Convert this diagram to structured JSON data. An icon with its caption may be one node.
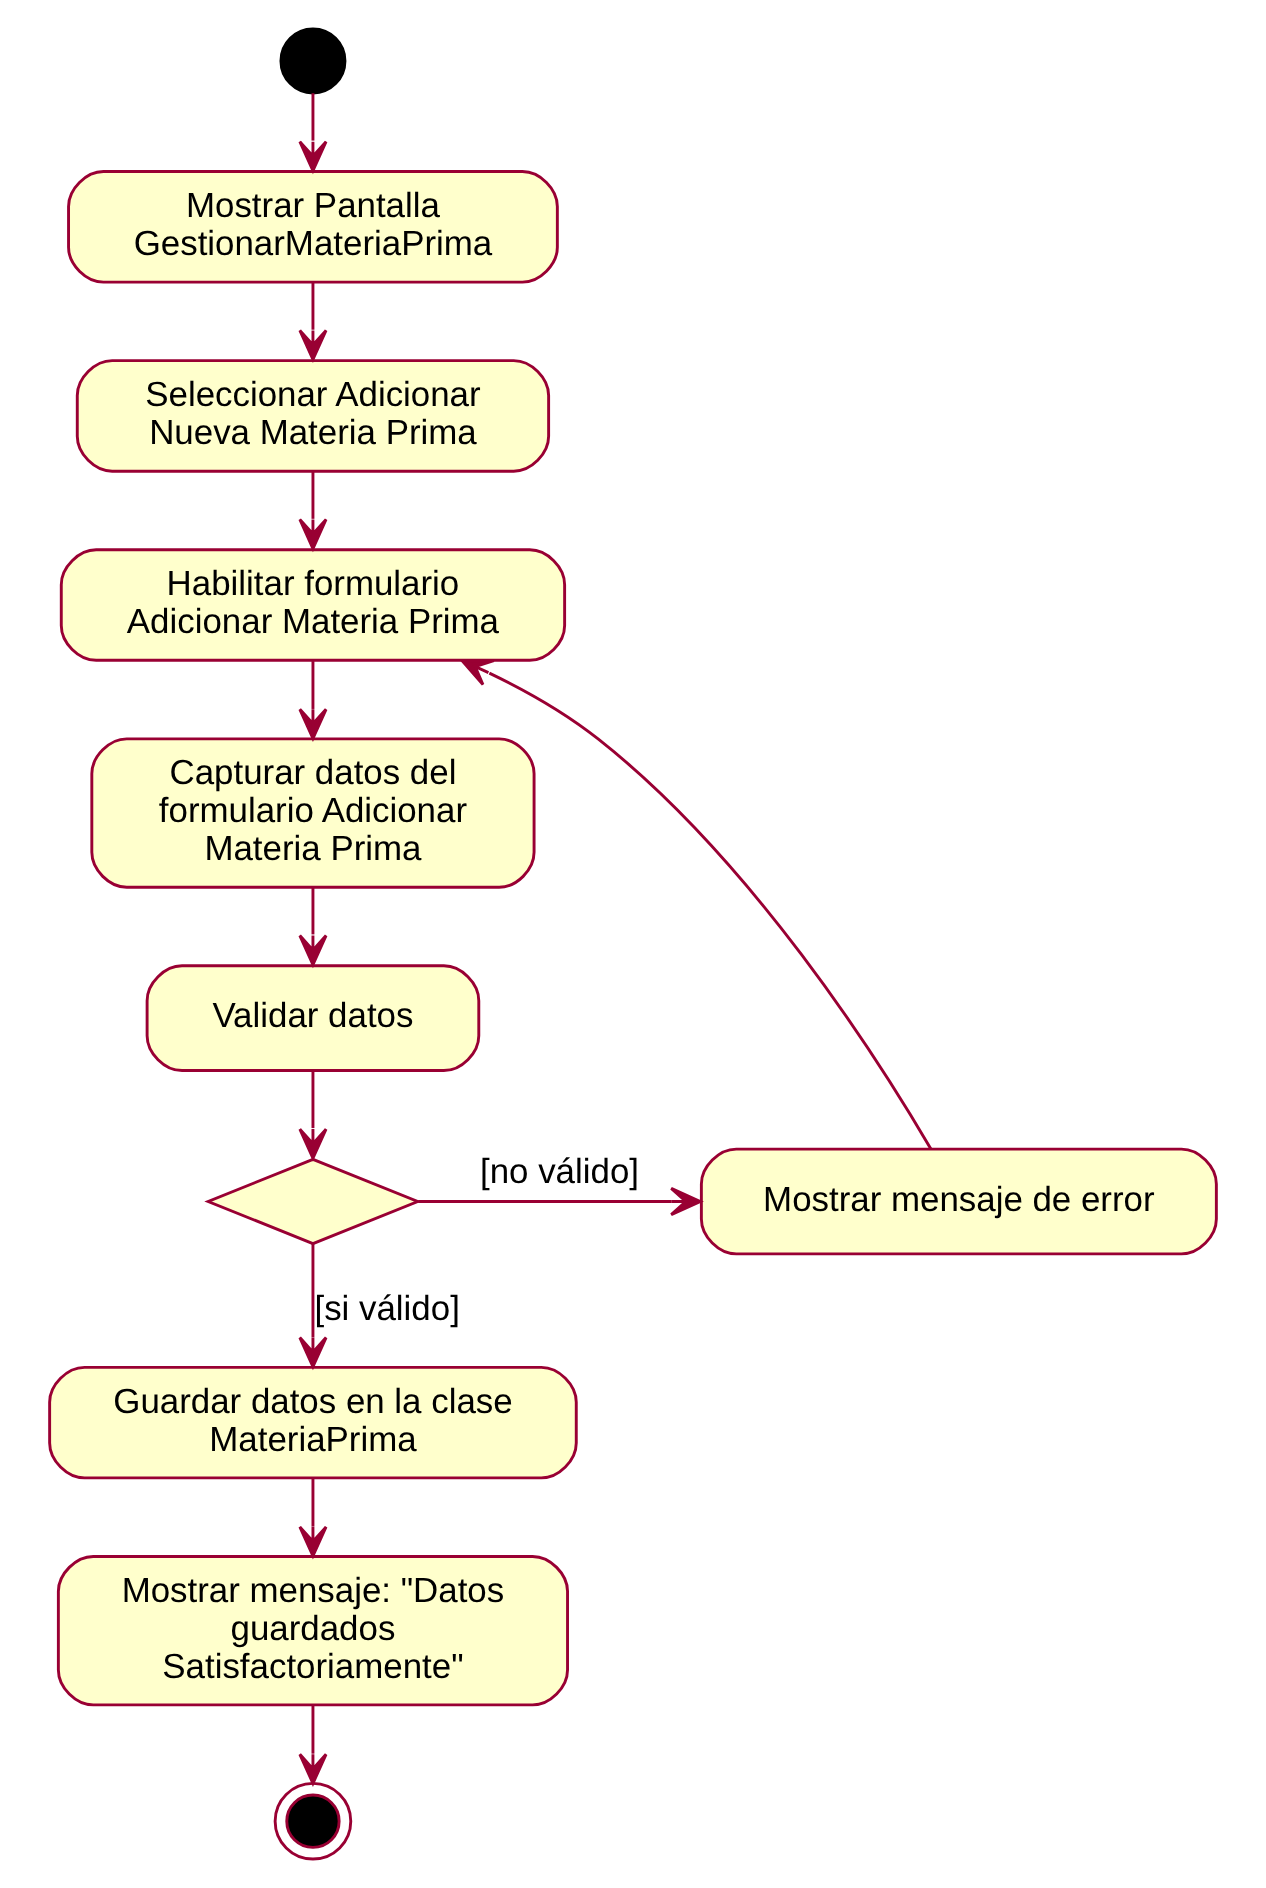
{
  "diagram": {
    "nodes": [
      {
        "text": [],
        "shape": "circle"
      },
      {
        "text": [
          "Mostrar Pantalla GestionarMateriaPrima"
        ]
      },
      {
        "text": [
          "Seleccionar Adicionar Nueva Materia Prima"
        ]
      },
      {
        "text": [
          "Habilitar formulario Adicionar Materia Prima"
        ]
      },
      {
        "text": [
          "Capturar datos del formulario Adicionar Materia Prima"
        ]
      },
      {
        "text": [
          "Validar datos"
        ]
      },
      {
        "text": [],
        "shape": "diamond"
      },
      {
        "text": [
          "Mostrar mensaje de error"
        ]
      },
      {
        "text": [
          "Guardar datos en la clase MateriaPrima"
        ]
      },
      {
        "text": [
          "Mostrar mensaje: \"Datos guardados Satisfactoriamente\""
        ]
      },
      {
        "text": [],
        "shape": "bullseye"
      }
    ],
    "edges": [
      {
        "from": 0,
        "to": 1,
        "arrow": "to"
      },
      {
        "from": 1,
        "to": 2,
        "arrow": "to"
      },
      {
        "from": 2,
        "to": 3,
        "arrow": "to"
      },
      {
        "from": 3,
        "to": 4,
        "arrow": "to"
      },
      {
        "from": 4,
        "to": 5,
        "arrow": "to"
      },
      {
        "from": 5,
        "to": 6,
        "arrow": "to"
      },
      {
        "from": 6,
        "to": 7,
        "arrow": "to",
        "label": "[no válido]"
      },
      {
        "from": 7,
        "to": 3,
        "arrow": "to"
      },
      {
        "from": 6,
        "to": 8,
        "arrow": "to",
        "label": "[si válido]"
      },
      {
        "from": 8,
        "to": 9,
        "arrow": "to"
      },
      {
        "from": 9,
        "to": 10,
        "arrow": "to"
      }
    ]
  }
}
